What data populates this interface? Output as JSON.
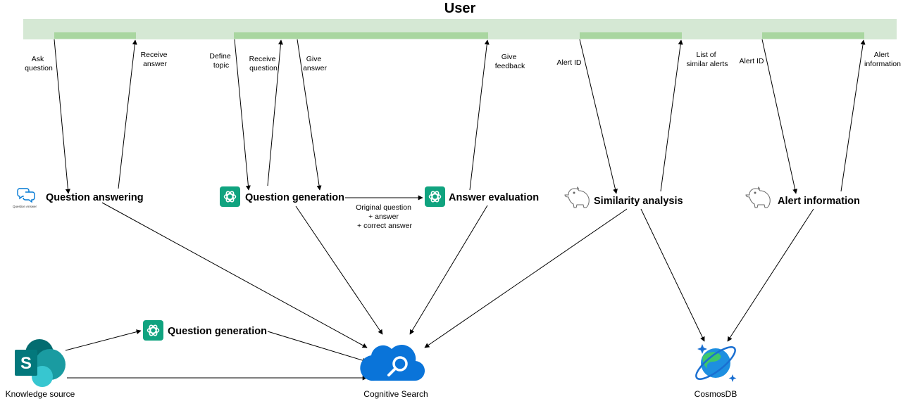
{
  "user": {
    "title": "User"
  },
  "colors": {
    "user_band": "#d5e8d4",
    "user_segment": "#a9d6a0",
    "openai_green": "#10a37f",
    "search_blue": "#0078d4",
    "sharepoint_teal": "#038387",
    "edge": "#000000"
  },
  "nodes": {
    "question_answering": {
      "title": "Question answering",
      "icon": "question-answering-icon",
      "icon_caption": "Question Answer"
    },
    "question_generation_top": {
      "title": "Question generation",
      "icon": "openai-icon"
    },
    "answer_evaluation": {
      "title": "Answer evaluation",
      "icon": "openai-icon"
    },
    "similarity_analysis": {
      "title": "Similarity analysis",
      "icon": "capybara-icon"
    },
    "alert_information": {
      "title": "Alert information",
      "icon": "capybara-icon"
    },
    "question_generation_bottom": {
      "title": "Question generation",
      "icon": "openai-icon"
    },
    "knowledge_source": {
      "caption": "Knowledge source",
      "icon": "sharepoint-icon"
    },
    "cognitive_search": {
      "caption": "Cognitive Search",
      "icon": "cognitive-search-icon"
    },
    "cosmosdb": {
      "caption": "CosmosDB",
      "icon": "cosmosdb-icon"
    }
  },
  "edge_labels": {
    "ask_question": [
      "Ask",
      "question"
    ],
    "receive_answer": [
      "Receive",
      "answer"
    ],
    "define_topic": [
      "Define",
      "topic"
    ],
    "receive_question": [
      "Receive",
      "question"
    ],
    "give_answer": [
      "Give",
      "answer"
    ],
    "give_feedback": [
      "Give",
      "feedback"
    ],
    "alert_id_1": [
      "Alert ID"
    ],
    "list_similar_alerts": [
      "List of",
      "similar alerts"
    ],
    "alert_id_2": [
      "Alert ID"
    ],
    "alert_information": [
      "Alert",
      "information"
    ],
    "qg_to_eval": [
      "Original question",
      "+ answer",
      "+ correct answer"
    ]
  }
}
